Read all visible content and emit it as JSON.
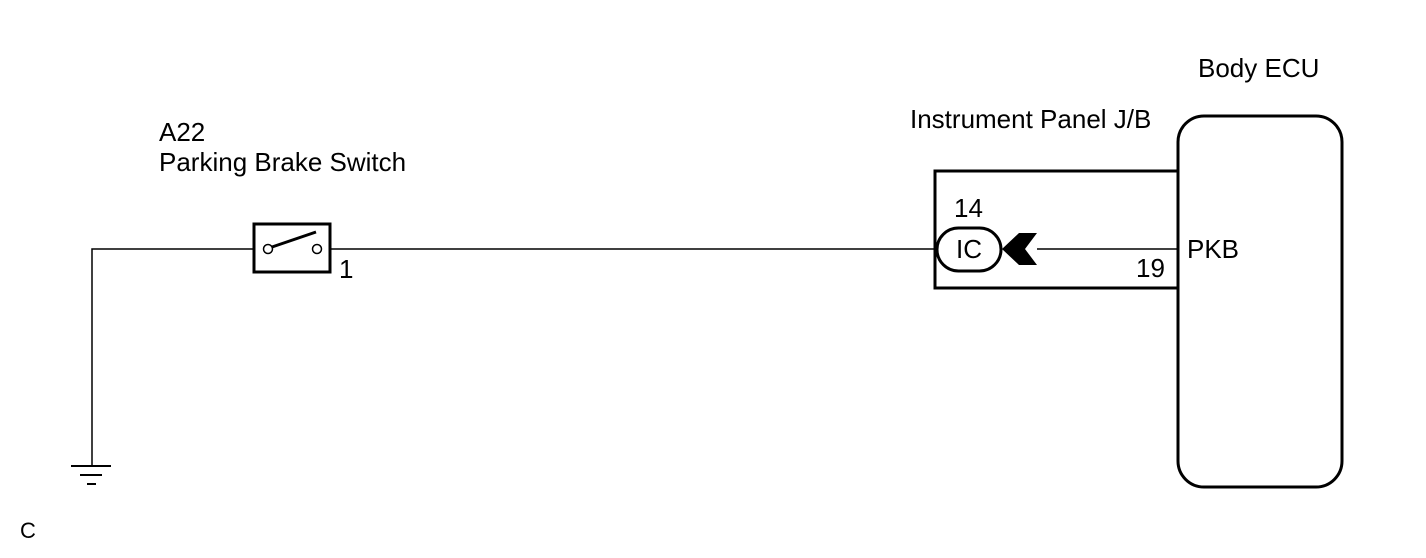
{
  "ecu": {
    "title": "Body ECU",
    "pin_name": "PKB"
  },
  "junction_block": {
    "title": "Instrument Panel J/B",
    "connector_code": "IC",
    "pin_in": "14",
    "pin_out": "19"
  },
  "switch": {
    "code": "A22",
    "name": "Parking Brake Switch",
    "pin": "1"
  },
  "footer_mark": "C"
}
